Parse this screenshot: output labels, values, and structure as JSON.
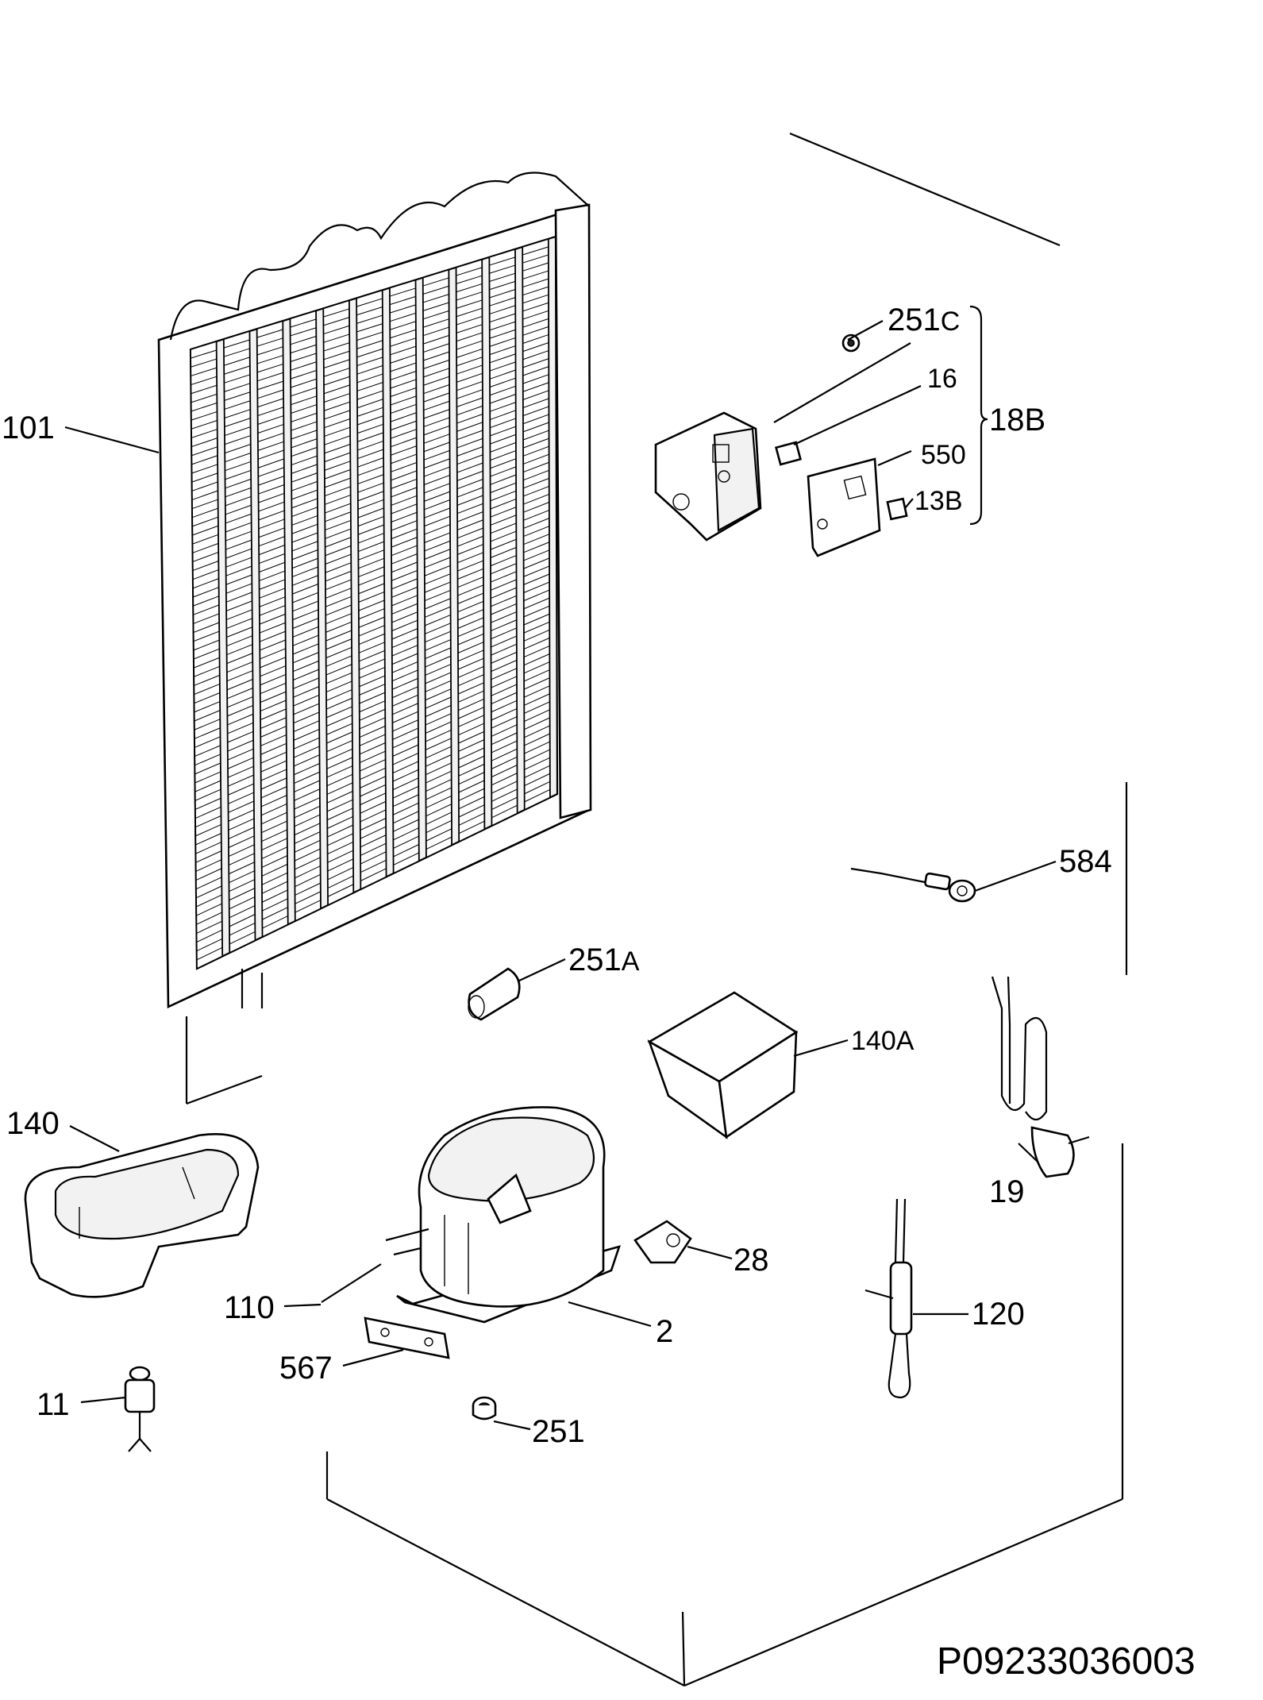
{
  "diagram": {
    "drawing_code": "P09233036003",
    "labels": {
      "l101": "101",
      "l251c": "251",
      "l251c_suffix": "C",
      "l16": "16",
      "l18b": "18B",
      "l550": "550",
      "l13b": "13B",
      "l584": "584",
      "l251a": "251",
      "l251a_suffix": "A",
      "l140a": "140A",
      "l140": "140",
      "l19": "19",
      "l28": "28",
      "l110": "110",
      "l2": "2",
      "l120": "120",
      "l567": "567",
      "l11": "11",
      "l251": "251"
    }
  }
}
